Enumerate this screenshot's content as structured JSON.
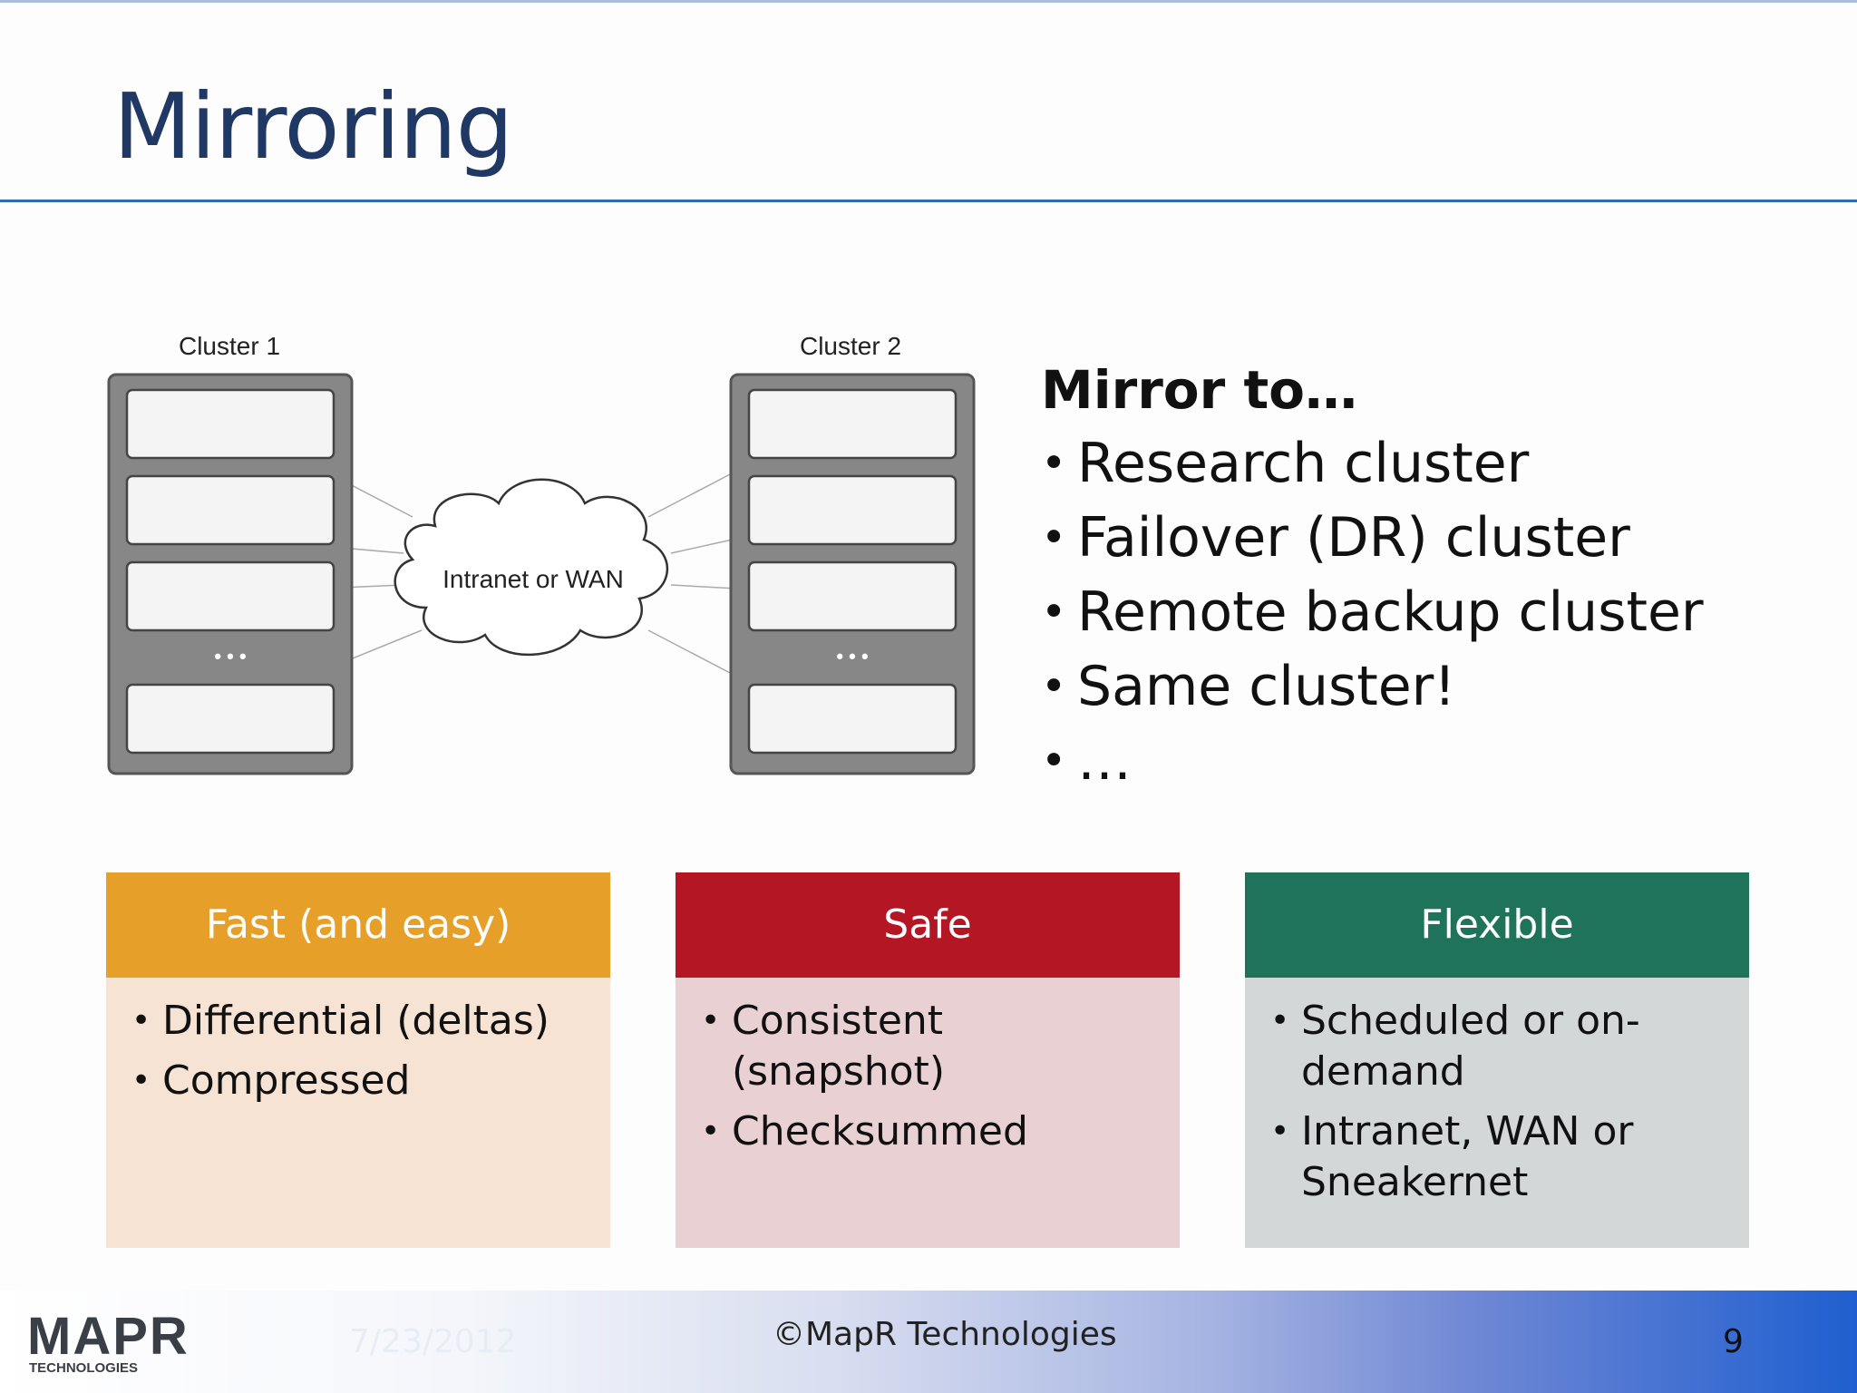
{
  "slide": {
    "title": "Mirroring"
  },
  "diagram": {
    "cluster1_label": "Cluster 1",
    "cluster2_label": "Cluster 2",
    "cloud_label": "Intranet or WAN",
    "ellipsis": "• • •"
  },
  "mirror_list": {
    "heading": "Mirror to…",
    "items": [
      "Research cluster",
      "Failover (DR) cluster",
      "Remote backup cluster",
      "Same cluster!",
      "…"
    ]
  },
  "boxes": [
    {
      "title": "Fast (and easy)",
      "header_color": "#e6a02a",
      "body_color": "#f6e3d3",
      "items": [
        "Differential (deltas)",
        "Compressed"
      ]
    },
    {
      "title": "Safe",
      "header_color": "#b51624",
      "body_color": "#e8d0d3",
      "items": [
        "Consistent (snapshot)",
        "Checksummed"
      ]
    },
    {
      "title": "Flexible",
      "header_color": "#1e735a",
      "body_color": "#d3d7d8",
      "items": [
        "Scheduled or on-demand",
        "Intranet, WAN or Sneakernet"
      ]
    }
  ],
  "footer": {
    "logo_text": "MAPR",
    "logo_sub": "TECHNOLOGIES",
    "date": "7/23/2012",
    "copyright": "©MapR Technologies",
    "page_number": "9"
  }
}
